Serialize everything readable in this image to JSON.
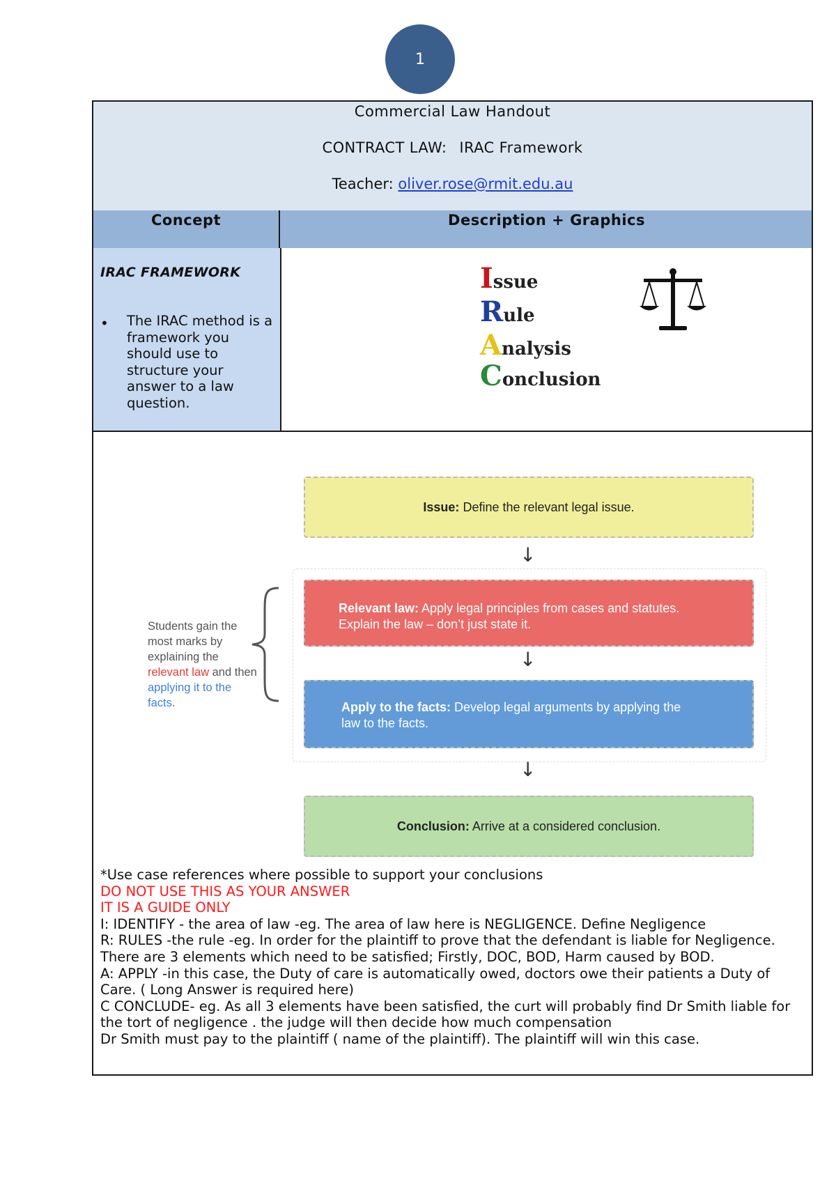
{
  "page_number": "1",
  "header": {
    "title": "Commercial Law Handout",
    "subtitle_left": "CONTRACT LAW:",
    "subtitle_right": "IRAC Framework",
    "teacher_label": "Teacher: ",
    "teacher_email": "oliver.rose@rmit.edu.au"
  },
  "columns": {
    "concept": "Concept",
    "description": "Description + Graphics"
  },
  "concept": {
    "heading": "IRAC FRAMEWORK",
    "bullet": "The IRAC method is a framework you should use to structure your answer to a law question."
  },
  "irac_graphic": {
    "issue": {
      "cap": "I",
      "rest": "ssue",
      "color": "#c4161c"
    },
    "rule": {
      "cap": "R",
      "rest": "ule",
      "color": "#1f3f99"
    },
    "analysis": {
      "cap": "A",
      "rest": "nalysis",
      "color": "#e5c21a"
    },
    "conclusion": {
      "cap": "C",
      "rest": "onclusion",
      "color": "#2a8a3a"
    }
  },
  "flow": {
    "issue_bold": "Issue:",
    "issue_text": " Define the relevant legal issue.",
    "law_bold": "Relevant law:",
    "law_text_1": "  Apply legal principles from cases and statutes.",
    "law_text_2": "Explain the law – don’t just state it.",
    "apply_bold": "Apply to the facts:",
    "apply_text_1": " Develop legal arguments by applying the",
    "apply_text_2": "law to the facts.",
    "conclusion_bold": "Conclusion:",
    "conclusion_text": " Arrive at a considered conclusion.",
    "arrow": "↓",
    "side_note": {
      "part1": "Students gain the most marks by explaining the ",
      "red": "relevant law",
      "part2": " and then ",
      "blue": "applying it to the facts",
      "part3": "."
    }
  },
  "notes": [
    {
      "text": "*Use case references where possible to support your conclusions",
      "color": "black"
    },
    {
      "text": "DO NOT USE THIS AS YOUR ANSWER",
      "color": "red"
    },
    {
      "text": "IT IS A GUIDE ONLY",
      "color": "red"
    },
    {
      "text": "I: IDENTIFY - the area of law -eg. The area of law here is NEGLIGENCE. Define Negligence",
      "color": "black"
    },
    {
      "text": "R: RULES  -the rule -eg. In order for the plaintiff to prove that the defendant is liable for Negligence. There are 3 elements which need to be satisfied; Firstly, DOC, BOD, Harm caused by BOD.",
      "color": "black"
    },
    {
      "text": "A: APPLY  -in this case, the Duty of care is automatically owed, doctors owe their patients a Duty of Care. ( Long Answer is required here)",
      "color": "black"
    },
    {
      "text": "C CONCLUDE- eg. As all 3 elements have been satisfied, the curt will probably find Dr Smith liable for the tort of negligence . the judge will then decide how much compensation",
      "color": "black"
    },
    {
      "text": "Dr Smith must pay to the plaintiff ( name of the plaintiff). The plaintiff will win this case.",
      "color": "black"
    }
  ]
}
